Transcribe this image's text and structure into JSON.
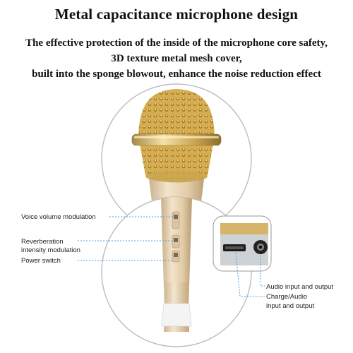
{
  "heading": {
    "title": "Metal capacitance microphone design",
    "line1": "The effective protection of the inside of the microphone core safety,",
    "line2": "3D texture metal mesh cover,",
    "line3": "built into the sponge blowout, enhance the noise reduction effect"
  },
  "callouts": {
    "voice_volume": "Voice volume modulation",
    "reverb_line1": "Reverberation",
    "reverb_line2": "intensity modulation",
    "power_switch": "Power switch",
    "audio_io": "Audio input and output",
    "charge_line1": "Charge/Audio",
    "charge_line2": "input and output"
  },
  "colors": {
    "gold": "#d8b25a",
    "gold_dark": "#9c7a2e",
    "body": "#e6d3b4",
    "circle": "#bdbdbd",
    "leader": "#4aa0e6"
  }
}
